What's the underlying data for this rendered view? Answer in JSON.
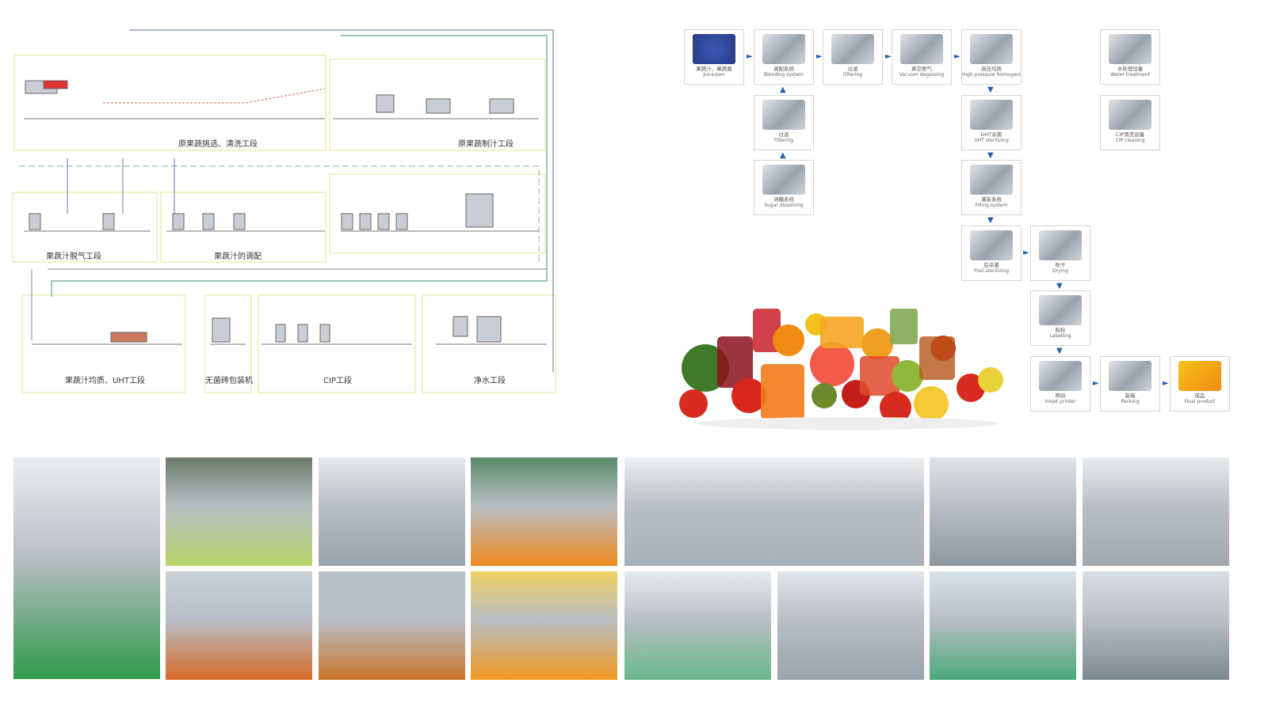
{
  "diagram": {
    "sections": [
      "原果蔬挑选、清洗工段",
      "原果蔬制汁工段",
      "果蔬汁脱气工段",
      "果蔬汁的调配",
      "果蔬汁均质、UHT工段",
      "无菌砖包装机",
      "CIP工段",
      "净水工段"
    ]
  },
  "flow": {
    "steps": [
      {
        "cn": "果蔬汁、果蔬酱",
        "en": "Juice/Jam"
      },
      {
        "cn": "调配系统",
        "en": "Blending system"
      },
      {
        "cn": "过滤",
        "en": "Filtering"
      },
      {
        "cn": "真空脱气",
        "en": "Vacuum degassing"
      },
      {
        "cn": "高压均质",
        "en": "High pressure homogenizing"
      },
      {
        "cn": "水处理设备",
        "en": "Water treatment"
      },
      {
        "cn": "过滤",
        "en": "Filtering"
      },
      {
        "cn": "UHT杀菌",
        "en": "UHT sterilizing"
      },
      {
        "cn": "CIP清洗设备",
        "en": "CIP cleaning"
      },
      {
        "cn": "溶糖系统",
        "en": "Sugar dissolving"
      },
      {
        "cn": "灌装系统",
        "en": "Filling system"
      },
      {
        "cn": "后杀菌",
        "en": "Post-sterilizing"
      },
      {
        "cn": "吹干",
        "en": "Drying"
      },
      {
        "cn": "贴标",
        "en": "Labelling"
      },
      {
        "cn": "喷码",
        "en": "Inkjet printer"
      },
      {
        "cn": "装箱",
        "en": "Packing"
      },
      {
        "cn": "成品",
        "en": "Final product"
      }
    ],
    "accent": "#1f63b4"
  }
}
